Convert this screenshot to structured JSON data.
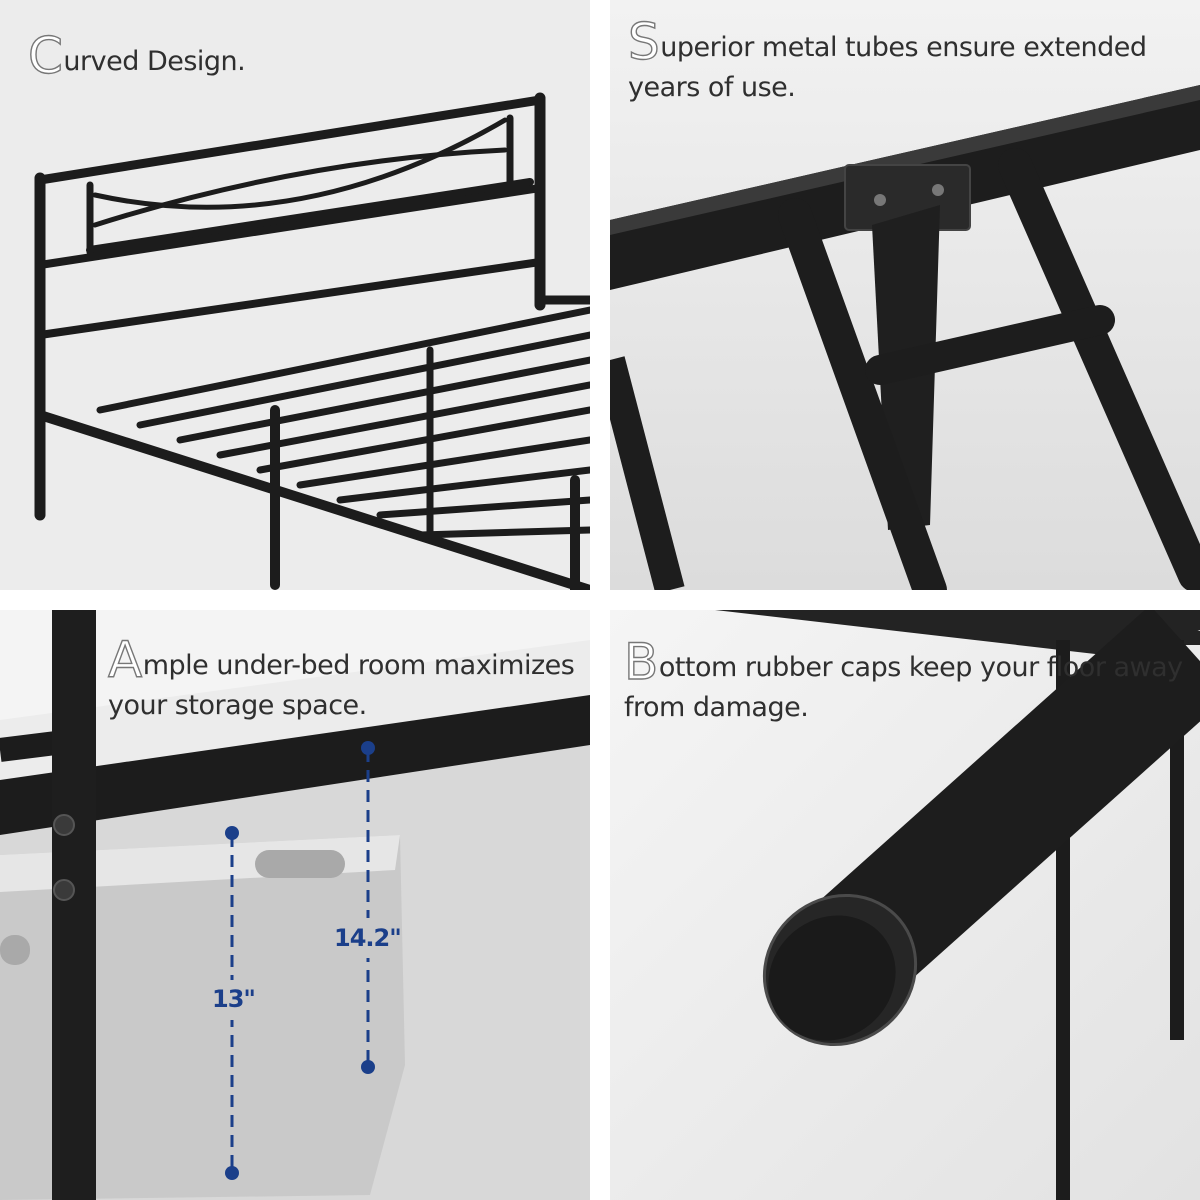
{
  "panels": [
    {
      "initial": "C",
      "caption": "urved Design."
    },
    {
      "initial": "S",
      "caption": "uperior metal tubes ensure extended years of use."
    },
    {
      "initial": "A",
      "caption": "mple under-bed room maximizes your storage space.",
      "measurements": {
        "left": "13\"",
        "right": "14.2\""
      }
    },
    {
      "initial": "B",
      "caption": "ottom rubber caps keep your floor away from damage."
    }
  ],
  "colors": {
    "metal": "#1c1c1c",
    "background": "#e9e9e9",
    "dimension_line": "#1b3f8a"
  }
}
